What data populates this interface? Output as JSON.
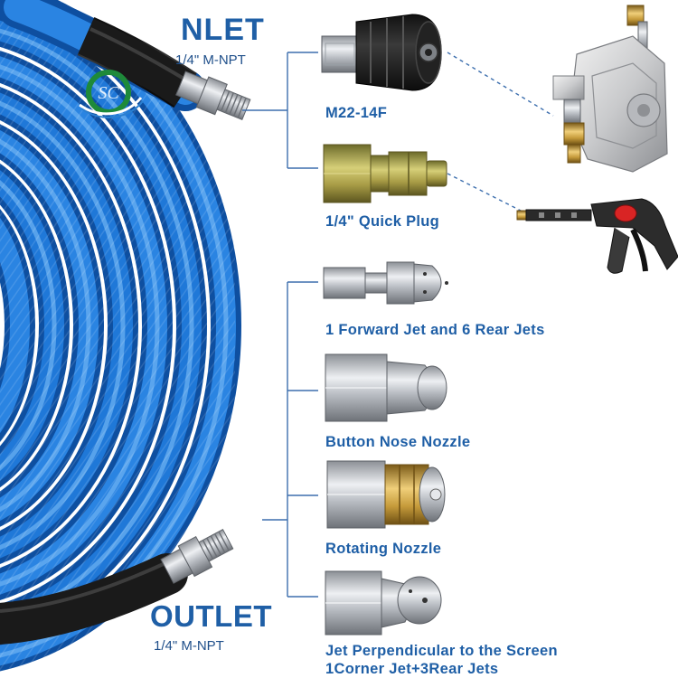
{
  "brand": {
    "logo_text": "SC"
  },
  "inlet": {
    "title": "NLET",
    "thread": "1/4\" M-NPT"
  },
  "outlet": {
    "title": "OUTLET",
    "thread": "1/4\" M-NPT"
  },
  "parts": [
    {
      "label": "M22-14F",
      "icon": "m22-coupler-icon"
    },
    {
      "label": "1/4\" Quick Plug",
      "icon": "quick-plug-icon"
    },
    {
      "label": "1 Forward Jet and 6 Rear Jets",
      "icon": "sewer-jet-nozzle-icon"
    },
    {
      "label": "Button Nose Nozzle",
      "icon": "button-nose-nozzle-icon"
    },
    {
      "label": "Rotating Nozzle",
      "icon": "rotating-nozzle-icon"
    },
    {
      "label": "Jet Perpendicular to the Screen",
      "label2": "1Corner Jet+3Rear Jets",
      "icon": "corner-jet-nozzle-icon"
    }
  ],
  "colors": {
    "hose_blue": "#1e6fd0",
    "label_blue": "#1f5fa6",
    "hose_black": "#1a1a1a",
    "brass": "#c89a3c",
    "steel": "#c8ccd2"
  }
}
